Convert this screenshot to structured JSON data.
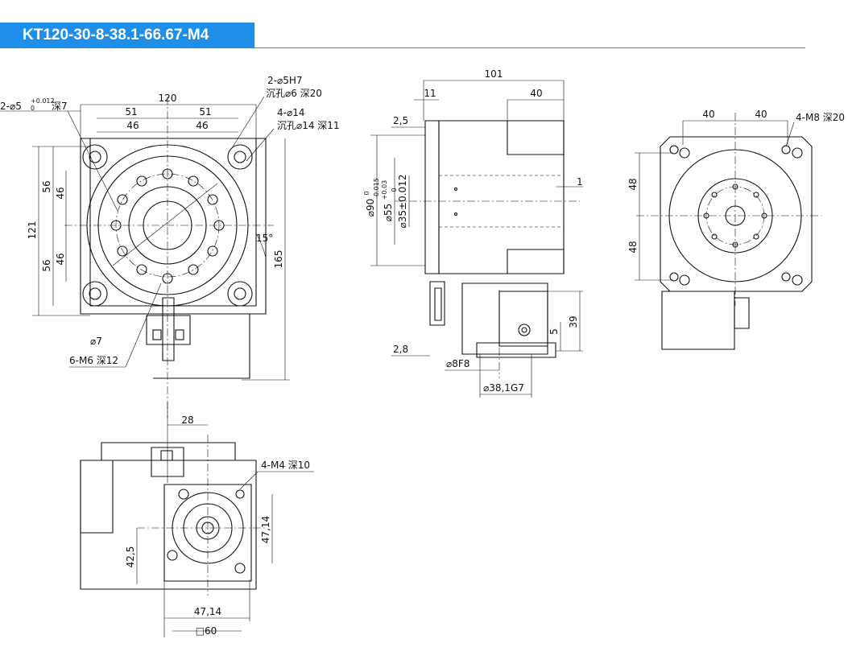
{
  "title": "KT120-30-8-38.1-66.67-M4",
  "accent_color": "#1f8ee8",
  "front_view": {
    "dim_120": "120",
    "dim_51_left": "51",
    "dim_51_right": "51",
    "dim_46_left": "46",
    "dim_46_right": "46",
    "dim_121": "121",
    "dim_56_top": "56",
    "dim_46_top": "46",
    "dim_56_bottom": "56",
    "dim_46_bottom": "46",
    "dim_165": "165",
    "angle_15": "15°",
    "dia_7": "⌀7",
    "label_pin_holes": "2-⌀5",
    "label_pin_tol": "+0.012",
    "label_pin_tol_low": "0",
    "label_pin_depth": "深7",
    "label_5h7": "2-⌀5H7",
    "label_5h7_sub": "沉孔⌀6 深20",
    "label_14": "4-⌀14",
    "label_14_sub": "沉孔⌀14 深11",
    "label_m6": "6-M6 深12"
  },
  "side_view": {
    "dim_101": "101",
    "dim_11": "11",
    "dim_40": "40",
    "dim_2_5": "2,5",
    "dim_90": "⌀90",
    "dim_90_tol": "-0.015",
    "dim_90_tol_hi": "0",
    "dim_55": "⌀55",
    "dim_55_tol": "+0.03",
    "dim_55_tol_low": "0",
    "dim_35": "⌀35±0.012",
    "dim_1": "1",
    "dim_39": "39",
    "dim_5": "5",
    "dim_2_8": "2,8",
    "dim_8f8": "⌀8F8",
    "dim_38_1": "⌀38,1G7"
  },
  "right_view": {
    "dim_40_left": "40",
    "dim_40_right": "40",
    "label_m8": "4-M8 深20",
    "dim_48_top": "48",
    "dim_48_bottom": "48"
  },
  "bottom_view": {
    "dim_28": "28",
    "label_m4": "4-M4 深10",
    "dim_47_14_v": "47,14",
    "dim_42_5": "42,5",
    "dim_47_14_h": "47,14",
    "dim_60": "□60"
  }
}
